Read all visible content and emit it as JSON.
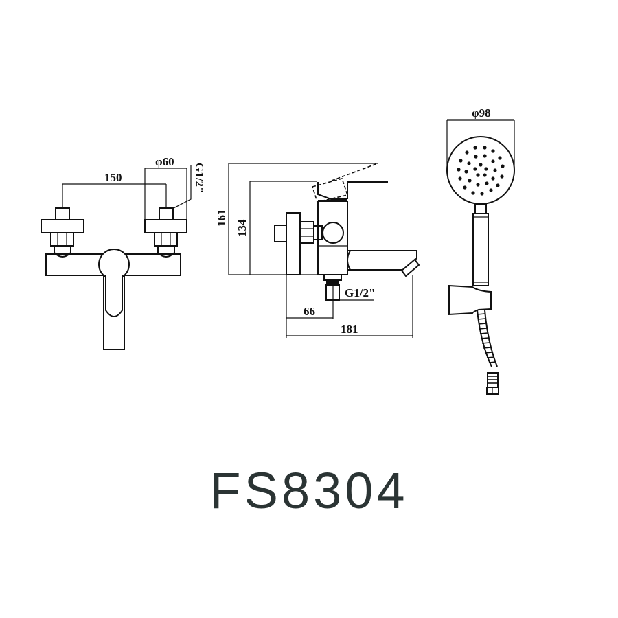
{
  "product": {
    "model_number": "FS8304"
  },
  "front_view": {
    "dimensions": {
      "center_distance": "150",
      "flange_diameter": "φ60",
      "inlet_thread": "G1/2\""
    }
  },
  "side_view": {
    "dimensions": {
      "total_height": "161",
      "body_height": "134",
      "outlet_thread": "G1/2\"",
      "wall_to_outlet": "66",
      "spout_projection": "181"
    }
  },
  "hand_shower": {
    "dimensions": {
      "head_diameter": "φ98"
    }
  },
  "colors": {
    "line": "#111111",
    "model_text": "#2b3434",
    "background": "#ffffff"
  }
}
